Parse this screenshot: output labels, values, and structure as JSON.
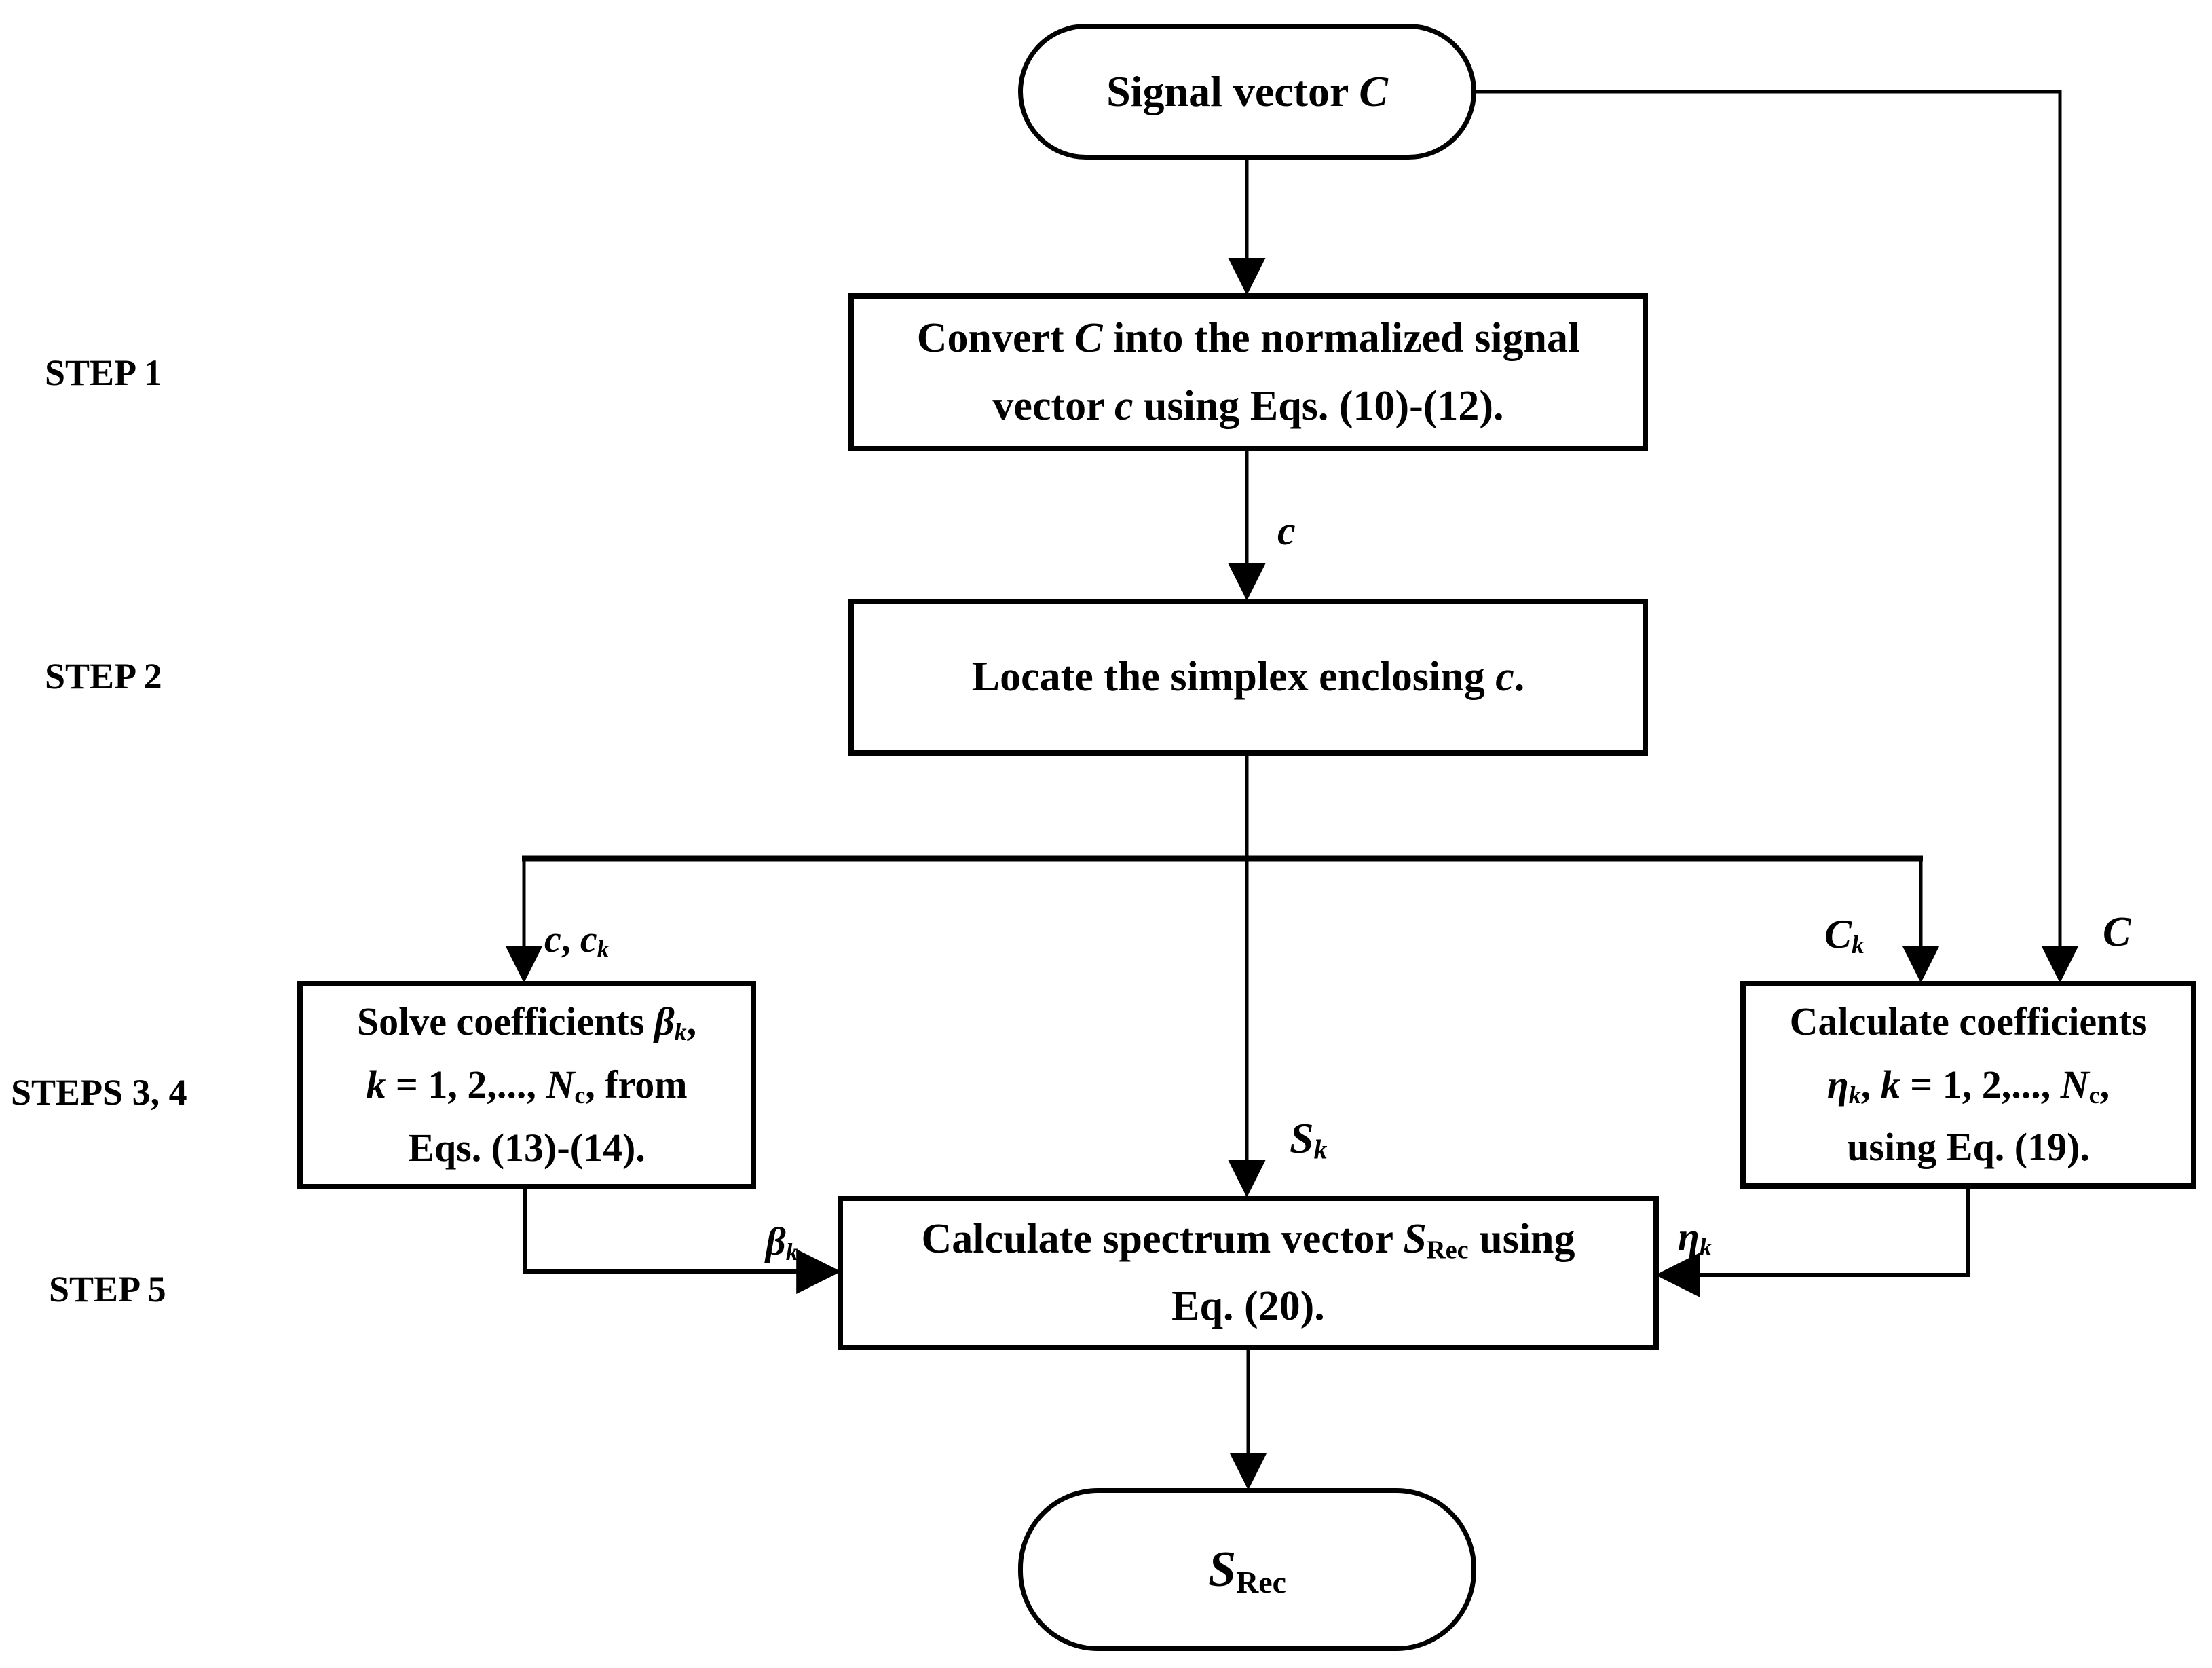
{
  "figure": {
    "background": "#ffffff",
    "ink": "#000000"
  },
  "step_labels": {
    "step1": "STEP 1",
    "step2": "STEP 2",
    "steps34": "STEPS 3, 4",
    "step5": "STEP 5"
  },
  "nodes": {
    "start": {
      "text": "Signal vector ",
      "symbol": "C"
    },
    "convert": {
      "l1a": "Convert ",
      "l1b": "C",
      "l1c": " into the normalized signal",
      "l2a": "vector ",
      "l2b": "c",
      "l2c": " using Eqs. (10)-(12)."
    },
    "locate": {
      "a": "Locate the simplex enclosing ",
      "b": "c",
      "c": "."
    },
    "solve": {
      "l1a": "Solve coefficients ",
      "l1b": "β",
      "l1bsub": "k",
      "l1c": ",",
      "l2a": "k",
      "l2b": " = 1, 2,..., ",
      "l2c": "N",
      "l2csub": "c",
      "l2d": ", from",
      "l3": "Eqs. (13)-(14)."
    },
    "calc": {
      "l1": "Calculate coefficients",
      "l2a": "η",
      "l2asub": "k",
      "l2b": ", ",
      "l2c": "k",
      "l2d": " = 1, 2,..., ",
      "l2e": "N",
      "l2esub": "c",
      "l2f": ",",
      "l3": "using Eq. (19)."
    },
    "spectrum": {
      "l1a": "Calculate spectrum vector ",
      "l1b": "S",
      "l1bsub": "Rec",
      "l1c": " using",
      "l2": "Eq. (20)."
    },
    "end": {
      "a": "S",
      "sub": "Rec"
    }
  },
  "edge_labels": {
    "c": "c",
    "c_ck": {
      "a": "c",
      "b": ", ",
      "c": "c",
      "sub": "k"
    },
    "sk": {
      "a": "S",
      "sub": "k"
    },
    "ck": {
      "a": "C",
      "sub": "k"
    },
    "cap_c": "C",
    "beta": {
      "a": "β",
      "sub": "k"
    },
    "eta": {
      "a": "η",
      "sub": "k"
    }
  }
}
